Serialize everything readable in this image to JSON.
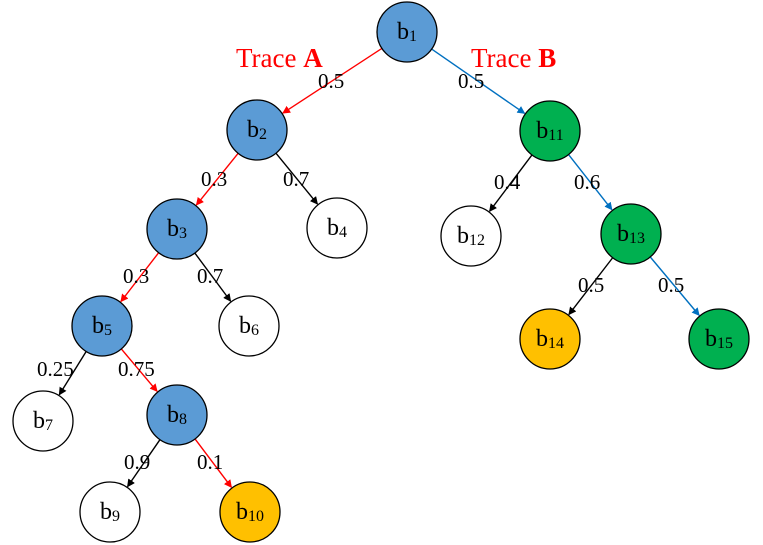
{
  "colors": {
    "blue_node": "#5b9bd5",
    "green_node": "#00b050",
    "orange_node": "#ffc000",
    "white_node": "#ffffff",
    "trace_a": "#ff0000",
    "trace_b": "#0070c0",
    "plain_edge": "#000000"
  },
  "traces": {
    "a": {
      "prefix": "Trace ",
      "letter": "A"
    },
    "b": {
      "prefix": "Trace ",
      "letter": "B"
    }
  },
  "nodes": [
    {
      "id": "b1",
      "base": "b",
      "sub": "1",
      "fill": "blue"
    },
    {
      "id": "b2",
      "base": "b",
      "sub": "2",
      "fill": "blue"
    },
    {
      "id": "b3",
      "base": "b",
      "sub": "3",
      "fill": "blue"
    },
    {
      "id": "b4",
      "base": "b",
      "sub": "4",
      "fill": "white"
    },
    {
      "id": "b5",
      "base": "b",
      "sub": "5",
      "fill": "blue"
    },
    {
      "id": "b6",
      "base": "b",
      "sub": "6",
      "fill": "white"
    },
    {
      "id": "b7",
      "base": "b",
      "sub": "7",
      "fill": "white"
    },
    {
      "id": "b8",
      "base": "b",
      "sub": "8",
      "fill": "blue"
    },
    {
      "id": "b9",
      "base": "b",
      "sub": "9",
      "fill": "white"
    },
    {
      "id": "b10",
      "base": "b",
      "sub": "10",
      "fill": "orange"
    },
    {
      "id": "b11",
      "base": "b",
      "sub": "11",
      "fill": "green"
    },
    {
      "id": "b12",
      "base": "b",
      "sub": "12",
      "fill": "white"
    },
    {
      "id": "b13",
      "base": "b",
      "sub": "13",
      "fill": "green"
    },
    {
      "id": "b14",
      "base": "b",
      "sub": "14",
      "fill": "orange"
    },
    {
      "id": "b15",
      "base": "b",
      "sub": "15",
      "fill": "green"
    }
  ],
  "edges": [
    {
      "from": "b1",
      "to": "b2",
      "prob": "0.5",
      "trace": "a"
    },
    {
      "from": "b1",
      "to": "b11",
      "prob": "0.5",
      "trace": "b"
    },
    {
      "from": "b2",
      "to": "b3",
      "prob": "0.3",
      "trace": "a"
    },
    {
      "from": "b2",
      "to": "b4",
      "prob": "0.7",
      "trace": "none"
    },
    {
      "from": "b3",
      "to": "b5",
      "prob": "0.3",
      "trace": "a"
    },
    {
      "from": "b3",
      "to": "b6",
      "prob": "0.7",
      "trace": "none"
    },
    {
      "from": "b5",
      "to": "b7",
      "prob": "0.25",
      "trace": "none"
    },
    {
      "from": "b5",
      "to": "b8",
      "prob": "0.75",
      "trace": "a"
    },
    {
      "from": "b8",
      "to": "b9",
      "prob": "0.9",
      "trace": "none"
    },
    {
      "from": "b8",
      "to": "b10",
      "prob": "0.1",
      "trace": "a"
    },
    {
      "from": "b11",
      "to": "b12",
      "prob": "0.4",
      "trace": "none"
    },
    {
      "from": "b11",
      "to": "b13",
      "prob": "0.6",
      "trace": "b"
    },
    {
      "from": "b13",
      "to": "b14",
      "prob": "0.5",
      "trace": "none"
    },
    {
      "from": "b13",
      "to": "b15",
      "prob": "0.5",
      "trace": "b"
    }
  ]
}
